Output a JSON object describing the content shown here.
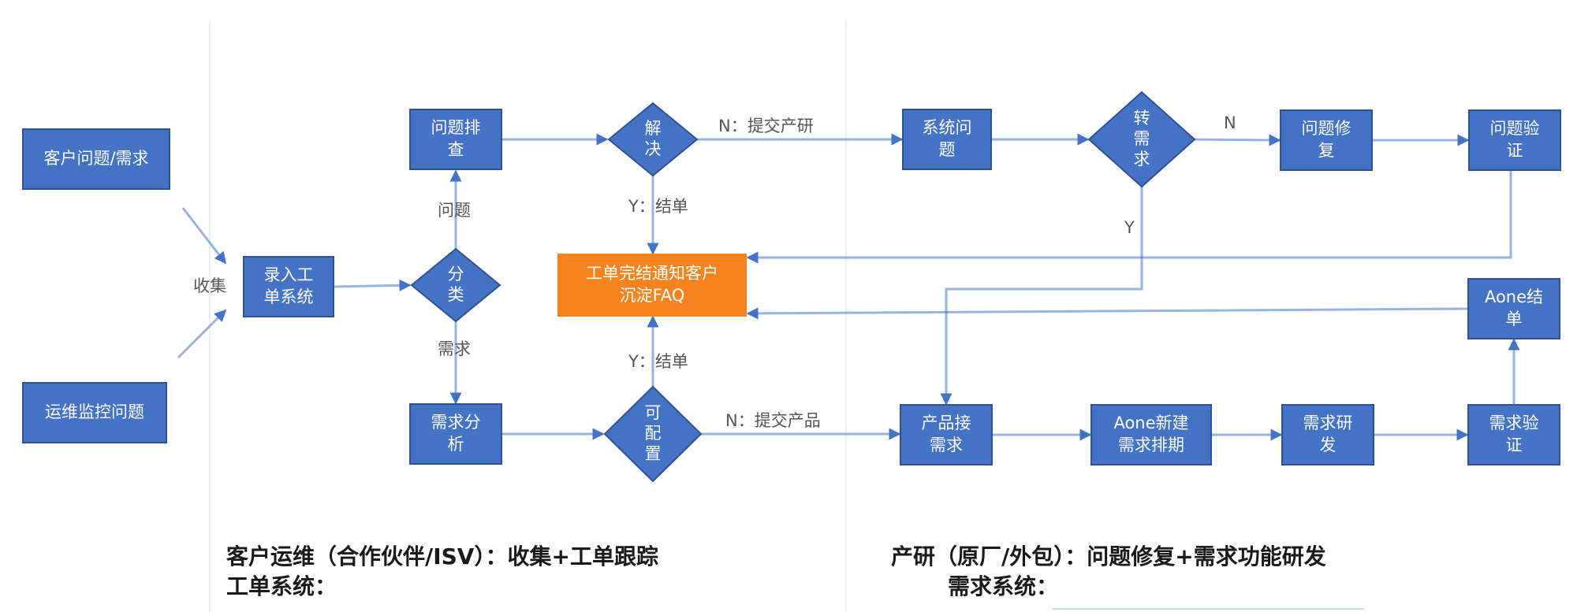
{
  "diagram": {
    "title": "工单处理流程",
    "colors": {
      "node_fill": "#4472C4",
      "node_stroke": "#2F528F",
      "highlight_fill": "#F5841F",
      "edge": "#4472C4",
      "divider": "#eeeeee",
      "label": "#555555"
    },
    "nodes": [
      {
        "id": "customer",
        "shape": "rect",
        "lines": [
          "客户问题/需求"
        ]
      },
      {
        "id": "monitor",
        "shape": "rect",
        "lines": [
          "运维监控问题"
        ]
      },
      {
        "id": "ticket_entry",
        "shape": "rect",
        "lines": [
          "录入工",
          "单系统"
        ]
      },
      {
        "id": "classify",
        "shape": "diamond",
        "lines": [
          "分",
          "类"
        ]
      },
      {
        "id": "troubleshoot",
        "shape": "rect",
        "lines": [
          "问题排",
          "查"
        ]
      },
      {
        "id": "resolved",
        "shape": "diamond",
        "lines": [
          "解",
          "决"
        ]
      },
      {
        "id": "req_analysis",
        "shape": "rect",
        "lines": [
          "需求分",
          "析"
        ]
      },
      {
        "id": "configurable",
        "shape": "diamond",
        "lines": [
          "可",
          "配",
          "置"
        ]
      },
      {
        "id": "close_notify",
        "shape": "rect",
        "highlight": true,
        "lines": [
          "工单完结通知客户",
          "沉淀FAQ"
        ]
      },
      {
        "id": "system_issue",
        "shape": "rect",
        "lines": [
          "系统问",
          "题"
        ]
      },
      {
        "id": "to_requirement",
        "shape": "diamond",
        "lines": [
          "转",
          "需",
          "求"
        ]
      },
      {
        "id": "issue_fix",
        "shape": "rect",
        "lines": [
          "问题修",
          "复"
        ]
      },
      {
        "id": "issue_verify",
        "shape": "rect",
        "lines": [
          "问题验",
          "证"
        ]
      },
      {
        "id": "product_accept",
        "shape": "rect",
        "lines": [
          "产品接",
          "需求"
        ]
      },
      {
        "id": "aone_schedule",
        "shape": "rect",
        "lines": [
          "Aone新建",
          "需求排期"
        ]
      },
      {
        "id": "req_dev",
        "shape": "rect",
        "lines": [
          "需求研",
          "发"
        ]
      },
      {
        "id": "req_verify",
        "shape": "rect",
        "lines": [
          "需求验",
          "证"
        ]
      },
      {
        "id": "aone_close",
        "shape": "rect",
        "lines": [
          "Aone结",
          "单"
        ]
      }
    ],
    "edges": [
      {
        "from": "customer",
        "to": "ticket_entry",
        "label": ""
      },
      {
        "from": "monitor",
        "to": "ticket_entry",
        "label": ""
      },
      {
        "from": "ticket_entry",
        "to": "classify",
        "label": ""
      },
      {
        "from": "classify",
        "to": "troubleshoot",
        "label": "问题"
      },
      {
        "from": "classify",
        "to": "req_analysis",
        "label": "需求"
      },
      {
        "from": "troubleshoot",
        "to": "resolved",
        "label": ""
      },
      {
        "from": "resolved",
        "to": "close_notify",
        "label": "Y：结单"
      },
      {
        "from": "resolved",
        "to": "system_issue",
        "label": "N：提交产研"
      },
      {
        "from": "req_analysis",
        "to": "configurable",
        "label": ""
      },
      {
        "from": "configurable",
        "to": "close_notify",
        "label": "Y：结单"
      },
      {
        "from": "configurable",
        "to": "product_accept",
        "label": "N：提交产品"
      },
      {
        "from": "system_issue",
        "to": "to_requirement",
        "label": ""
      },
      {
        "from": "to_requirement",
        "to": "issue_fix",
        "label": "N"
      },
      {
        "from": "to_requirement",
        "to": "product_accept",
        "label": "Y"
      },
      {
        "from": "issue_fix",
        "to": "issue_verify",
        "label": ""
      },
      {
        "from": "issue_verify",
        "to": "close_notify",
        "label": ""
      },
      {
        "from": "product_accept",
        "to": "aone_schedule",
        "label": ""
      },
      {
        "from": "aone_schedule",
        "to": "req_dev",
        "label": ""
      },
      {
        "from": "req_dev",
        "to": "req_verify",
        "label": ""
      },
      {
        "from": "req_verify",
        "to": "aone_close",
        "label": ""
      },
      {
        "from": "aone_close",
        "to": "close_notify",
        "label": ""
      }
    ],
    "collect_label": "收集"
  },
  "footer": {
    "left": {
      "line1": "客户运维（合作伙伴/ISV）：收集+工单跟踪",
      "line2": "工单系统："
    },
    "right": {
      "line1": "产研（原厂/外包）：问题修复+需求功能研发",
      "line2": "需求系统："
    }
  }
}
